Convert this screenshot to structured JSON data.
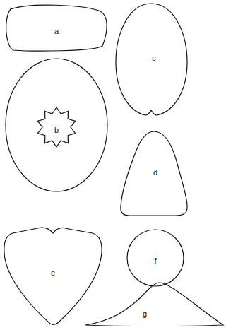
{
  "diagram": {
    "nodes": [
      {
        "text": [
          "a"
        ]
      },
      {
        "text": [
          "c"
        ]
      },
      {
        "text": [
          "b"
        ]
      },
      {
        "text": [
          "d"
        ]
      },
      {
        "text": [
          "e"
        ]
      },
      {
        "text": [
          "f"
        ]
      },
      {
        "text": [
          "g"
        ]
      }
    ]
  }
}
